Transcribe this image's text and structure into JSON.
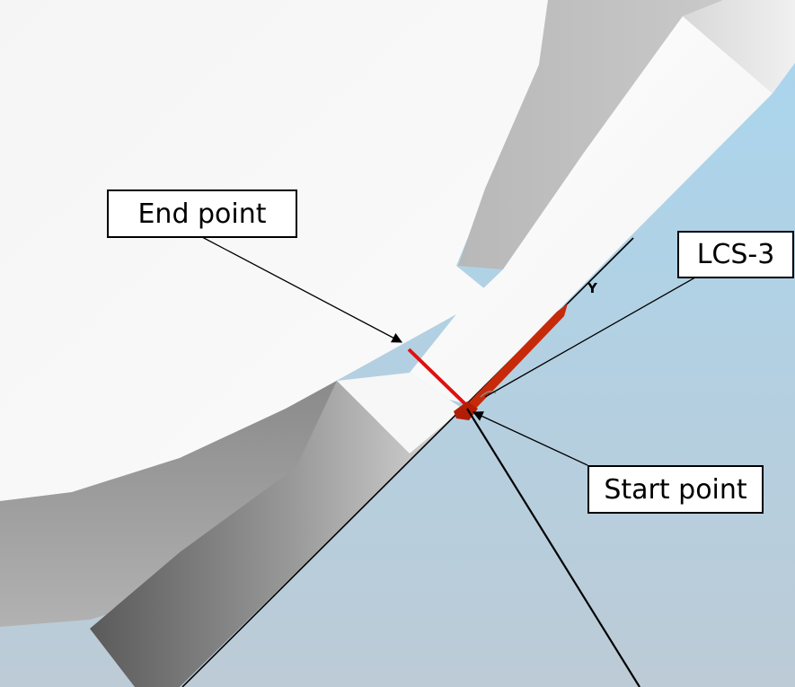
{
  "callouts": {
    "end_point": "End point",
    "lcs": "LCS-3",
    "start_point": "Start point"
  },
  "axis_labels": {
    "y": "Y"
  },
  "colors": {
    "highlight_red": "#e01010",
    "triad_red": "#c62a0a",
    "leader": "#000000",
    "background_top": "#a9d6ef",
    "background_bottom": "#bccbd6"
  }
}
